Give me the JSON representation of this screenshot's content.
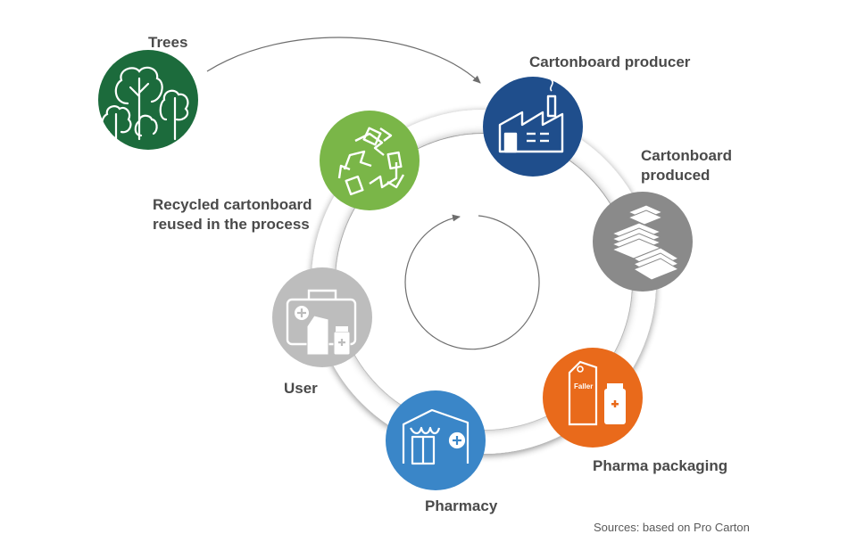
{
  "nodes": [
    {
      "key": "trees",
      "label_lines": [
        "Trees"
      ],
      "color": "#1c6b3c",
      "icon": "trees-icon"
    },
    {
      "key": "producer",
      "label_lines": [
        "Cartonboard producer"
      ],
      "color": "#1f4e8c",
      "icon": "factory-icon"
    },
    {
      "key": "produced",
      "label_lines": [
        "Cartonboard",
        "produced"
      ],
      "color": "#8a8a8a",
      "icon": "stacked-sheets-icon"
    },
    {
      "key": "packaging",
      "label_lines": [
        "Pharma packaging"
      ],
      "color": "#e96a1b",
      "icon": "pharma-box-icon",
      "brand_text": "Faller"
    },
    {
      "key": "pharmacy",
      "label_lines": [
        "Pharmacy"
      ],
      "color": "#3a86c8",
      "icon": "pharmacy-store-icon"
    },
    {
      "key": "user",
      "label_lines": [
        "User"
      ],
      "color": "#bdbdbd",
      "icon": "medical-kit-icon"
    },
    {
      "key": "recycle",
      "label_lines": [
        "Recycled cartonboard",
        "reused in the process"
      ],
      "color": "#7ab648",
      "icon": "recycle-icon"
    }
  ],
  "ring_color": "#ffffff",
  "arrow_color": "#6e6e6e",
  "source": "Sources: based on Pro Carton"
}
